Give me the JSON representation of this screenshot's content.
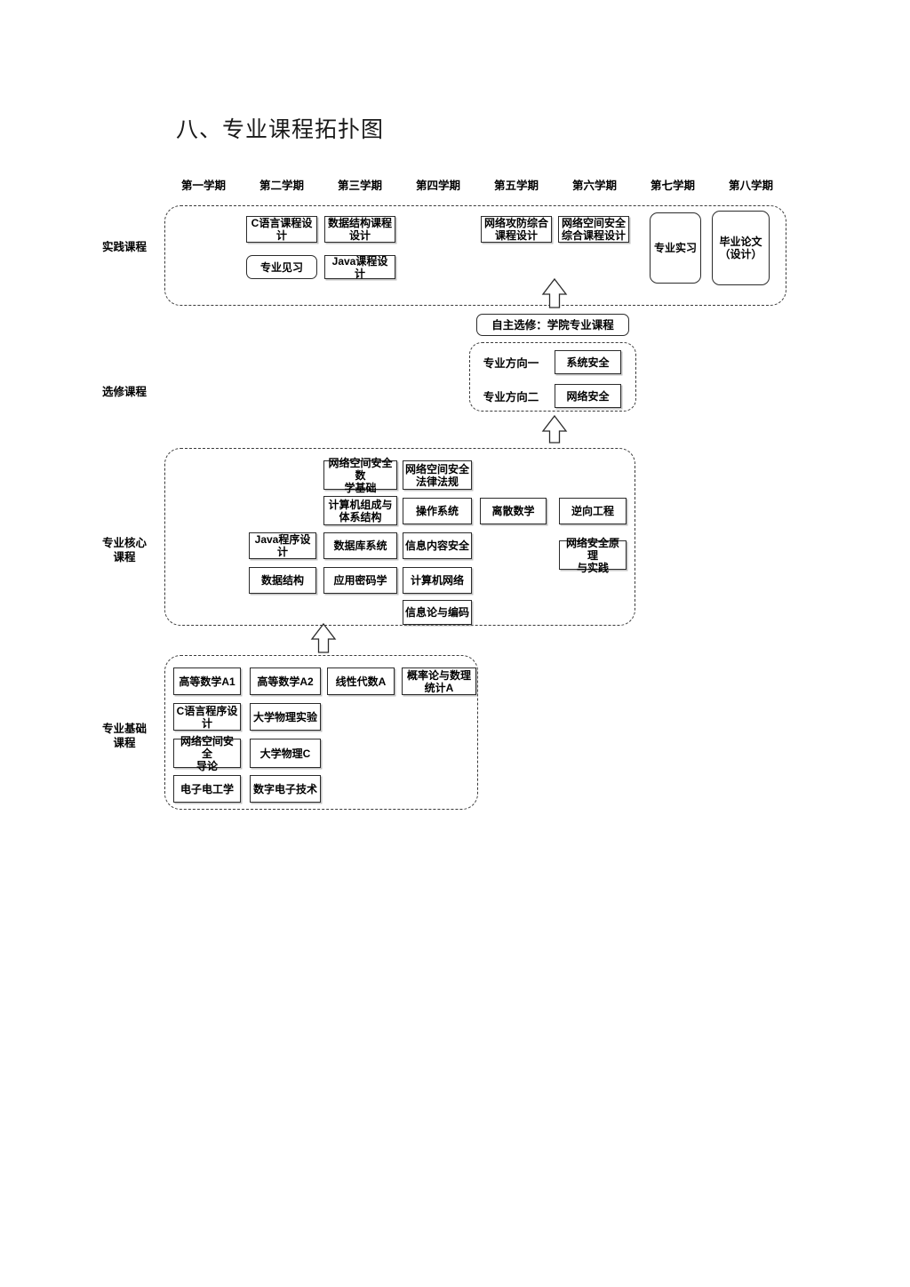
{
  "page": {
    "title": "八、专业课程拓扑图",
    "background": "#ffffff",
    "line_color": "#2b2b2b"
  },
  "semesters": [
    {
      "label": "第一学期"
    },
    {
      "label": "第二学期"
    },
    {
      "label": "第三学期"
    },
    {
      "label": "第四学期"
    },
    {
      "label": "第五学期"
    },
    {
      "label": "第六学期"
    },
    {
      "label": "第七学期"
    },
    {
      "label": "第八学期"
    }
  ],
  "rows": {
    "practice": {
      "label": "实践课程"
    },
    "elective": {
      "label": "选修课程"
    },
    "core": {
      "label": "专业核心\n课程"
    },
    "basic": {
      "label": "专业基础\n课程"
    }
  },
  "practice_courses": [
    {
      "name": "C语言课程设计",
      "semester": 2,
      "shape": "rect"
    },
    {
      "name": "数据结构课程\n设计",
      "semester": 3,
      "shape": "rect"
    },
    {
      "name": "网络攻防综合\n课程设计",
      "semester": 5,
      "shape": "rect"
    },
    {
      "name": "网络空间安全\n综合课程设计",
      "semester": 6,
      "shape": "rect"
    },
    {
      "name": "专业实习",
      "semester": 7,
      "shape": "rounded"
    },
    {
      "name": "毕业论文\n（设计）",
      "semester": 8,
      "shape": "rounded"
    },
    {
      "name": "专业见习",
      "semester": 2,
      "shape": "rounded"
    },
    {
      "name": "Java课程设计",
      "semester": 3,
      "shape": "rect"
    }
  ],
  "elective": {
    "free_elective": "自主选修：学院专业课程",
    "tracks": [
      {
        "label": "专业方向一",
        "course": "系统安全"
      },
      {
        "label": "专业方向二",
        "course": "网络安全"
      }
    ]
  },
  "core_courses": [
    {
      "name": "网络空间安全数\n学基础"
    },
    {
      "name": "网络空间安全\n法律法规"
    },
    {
      "name": "计算机组成与\n体系结构"
    },
    {
      "name": "操作系统"
    },
    {
      "name": "离散数学"
    },
    {
      "name": "逆向工程"
    },
    {
      "name": "Java程序设计"
    },
    {
      "name": "数据库系统"
    },
    {
      "name": "信息内容安全"
    },
    {
      "name": "网络安全原理\n与实践"
    },
    {
      "name": "数据结构"
    },
    {
      "name": "应用密码学"
    },
    {
      "name": "计算机网络"
    },
    {
      "name": "信息论与编码"
    }
  ],
  "basic_courses": [
    {
      "name": "高等数学A1"
    },
    {
      "name": "高等数学A2"
    },
    {
      "name": "线性代数A"
    },
    {
      "name": "概率论与数理\n统计A"
    },
    {
      "name": "C语言程序设计"
    },
    {
      "name": "大学物理实验"
    },
    {
      "name": "网络空间安全\n导论"
    },
    {
      "name": "大学物理C"
    },
    {
      "name": "电子电工学"
    },
    {
      "name": "数字电子技术"
    }
  ],
  "arrows": [
    {
      "name": "arrow-elective-to-practice",
      "direction": "up"
    },
    {
      "name": "arrow-core-to-elective",
      "direction": "up"
    },
    {
      "name": "arrow-basic-to-core",
      "direction": "up"
    }
  ]
}
